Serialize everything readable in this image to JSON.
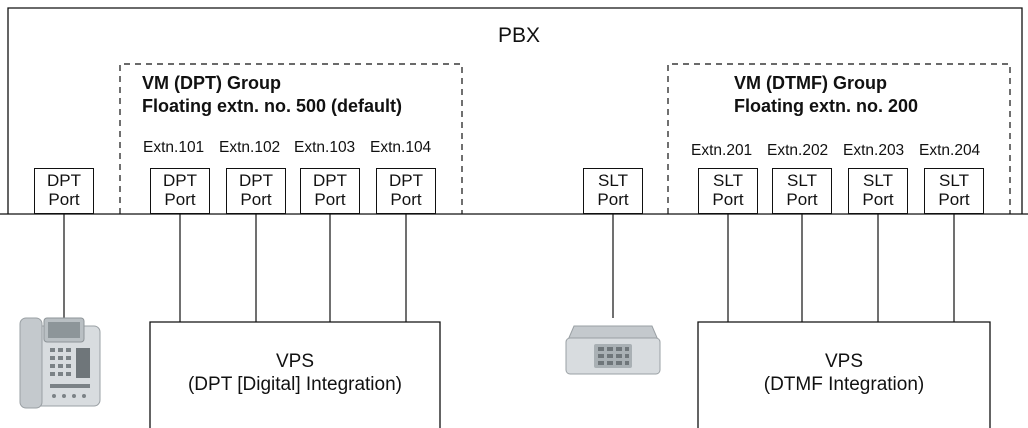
{
  "pbx": {
    "label": "PBX"
  },
  "groups": [
    {
      "title": "VM (DPT) Group",
      "floating": "Floating extn. no. 500 (default)"
    },
    {
      "title": "VM (DTMF) Group",
      "floating": "Floating extn. no. 200"
    }
  ],
  "extensions_left": [
    "Extn.101",
    "Extn.102",
    "Extn.103",
    "Extn.104"
  ],
  "extensions_right": [
    "Extn.201",
    "Extn.202",
    "Extn.203",
    "Extn.204"
  ],
  "ports": {
    "dpt": {
      "line1": "DPT",
      "line2": "Port"
    },
    "slt": {
      "line1": "SLT",
      "line2": "Port"
    }
  },
  "vps_left": {
    "line1": "VPS",
    "line2": "(DPT [Digital] Integration)"
  },
  "vps_right": {
    "line1": "VPS",
    "line2": "(DTMF Integration)"
  },
  "icons": [
    "phone-dpt-icon",
    "phone-slt-icon"
  ]
}
